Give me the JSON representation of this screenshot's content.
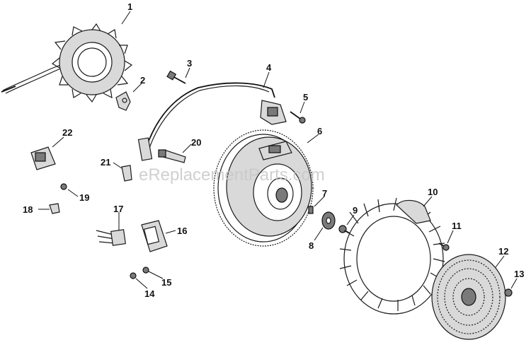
{
  "watermark": "eReplacementParts.com",
  "callouts": [
    "1",
    "2",
    "3",
    "4",
    "5",
    "6",
    "7",
    "8",
    "9",
    "10",
    "11",
    "12",
    "13",
    "14",
    "15",
    "16",
    "17",
    "18",
    "19",
    "20",
    "21",
    "22"
  ]
}
